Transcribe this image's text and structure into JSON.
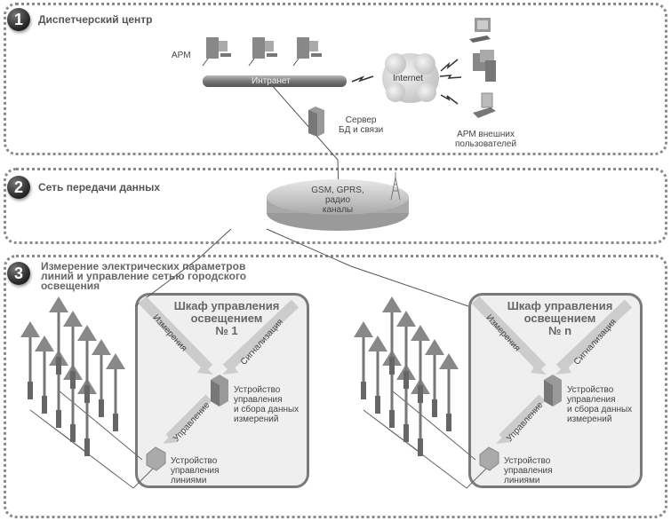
{
  "zones": [
    {
      "number": "1",
      "title": "Диспетчерский центр"
    },
    {
      "number": "2",
      "title": "Сеть передачи данных"
    },
    {
      "number": "3",
      "title_lines": [
        "Измерение электрических параметров",
        "линий и управление сетью городского",
        "освещения"
      ]
    }
  ],
  "dispatch": {
    "arm_label": "АРМ",
    "intranet_label": "Интранет",
    "internet_label": "Internet",
    "server_label": [
      "Сервер",
      "БД и связи"
    ],
    "external_label": [
      "АРМ внешних",
      "пользователей"
    ]
  },
  "network": {
    "channel_label": [
      "GSM, GPRS,",
      "радио каналы"
    ]
  },
  "cabinets": [
    {
      "title": [
        "Шкаф управления",
        "освещением",
        "№ 1"
      ],
      "arrow_measure": "Измерения",
      "arrow_signal": "Сигнализация",
      "arrow_control": "Управление",
      "collector_label": [
        "Устройство",
        "управления",
        "и сбора данных",
        "измерений"
      ],
      "line_device_label": [
        "Устройство",
        "управления",
        "линиями"
      ]
    },
    {
      "title": [
        "Шкаф управления",
        "освещением",
        "№ n"
      ],
      "arrow_measure": "Измерения",
      "arrow_signal": "Сигнализация",
      "arrow_control": "Управление",
      "collector_label": [
        "Устройство",
        "управления",
        "и сбора данных",
        "измерений"
      ],
      "line_device_label": [
        "Устройство",
        "управления",
        "линиями"
      ]
    }
  ]
}
